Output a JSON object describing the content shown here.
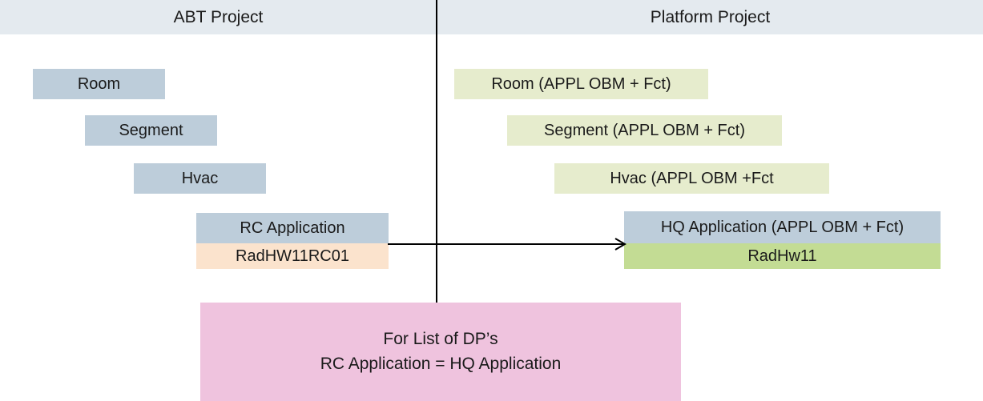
{
  "diagram": {
    "type": "comparison-mapping-diagram",
    "headers": {
      "left": "ABT Project",
      "right": "Platform Project"
    },
    "colors": {
      "header_band": "#e4eaef",
      "blue_gray": "#bdcdda",
      "light_green": "#e6eccd",
      "green": "#c3dc94",
      "peach": "#fbe3cd",
      "pink": "#efc3de",
      "line": "#000000"
    },
    "left_column": {
      "nodes": [
        {
          "label": "Room",
          "fill": "blue_gray"
        },
        {
          "label": "Segment",
          "fill": "blue_gray"
        },
        {
          "label": "Hvac",
          "fill": "blue_gray"
        },
        {
          "label": "RC Application",
          "fill": "blue_gray"
        },
        {
          "label": "RadHW11RC01",
          "fill": "peach"
        }
      ]
    },
    "right_column": {
      "nodes": [
        {
          "label": "Room (APPL OBM + Fct)",
          "fill": "light_green"
        },
        {
          "label": "Segment (APPL OBM + Fct)",
          "fill": "light_green"
        },
        {
          "label": "Hvac (APPL OBM +Fct",
          "fill": "light_green"
        },
        {
          "label": "HQ Application  (APPL OBM + Fct)",
          "fill": "blue_gray"
        },
        {
          "label": "RadHw11",
          "fill": "green"
        }
      ]
    },
    "connector": {
      "name": "rc-to-hq-arrow",
      "from": "RadHW11RC01 / RC Application",
      "to": "HQ Application / RadHw11",
      "style": "single-headed-arrow"
    },
    "note": {
      "line1": "For List of DP’s",
      "line2": "RC Application = HQ Application",
      "fill": "pink"
    }
  }
}
